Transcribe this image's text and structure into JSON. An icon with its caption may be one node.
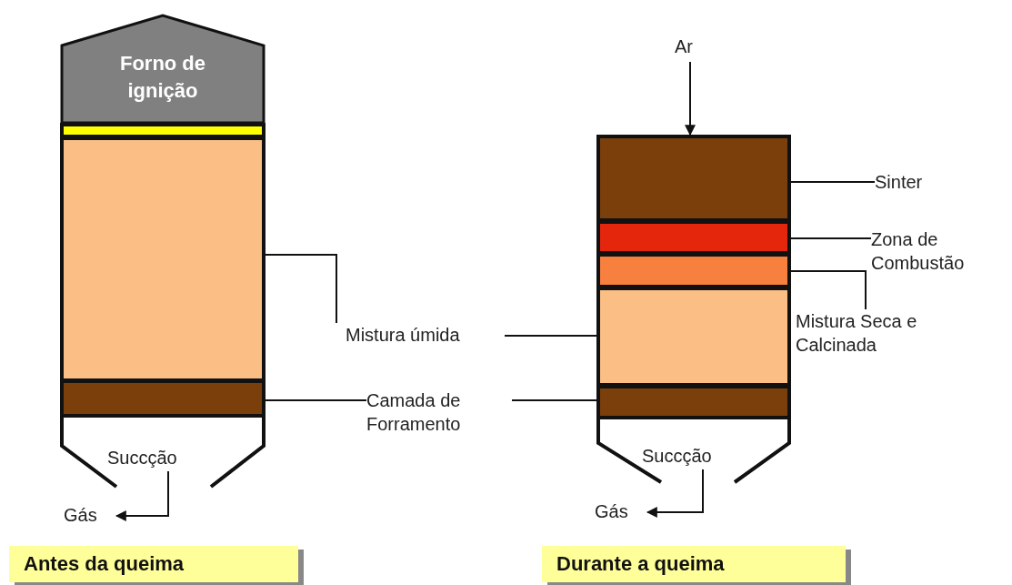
{
  "diagram": {
    "nodes": [
      {
        "text": [
          "Forno de ignição"
        ]
      },
      {
        "text": [],
        "shape": "bar"
      },
      {
        "text": [],
        "shape": "bar"
      },
      {
        "text": [],
        "shape": "bar"
      },
      {
        "text": [
          "Ar"
        ]
      },
      {
        "text": [],
        "shape": "bar"
      },
      {
        "text": [],
        "shape": "bar"
      },
      {
        "text": [],
        "shape": "bar"
      },
      {
        "text": [],
        "shape": "bar"
      },
      {
        "text": [],
        "shape": "bar"
      },
      {
        "text": [
          "Sinter"
        ]
      },
      {
        "text": [
          "Zona de Combustão"
        ]
      },
      {
        "text": [
          "Mistura Seca e Calcinada"
        ]
      },
      {
        "text": [
          "Mistura úmida"
        ]
      },
      {
        "text": [
          "Camada de Forramento"
        ]
      },
      {
        "text": [
          "Succção"
        ]
      },
      {
        "text": [
          "Gás"
        ]
      },
      {
        "text": [
          "Succção"
        ]
      },
      {
        "text": [
          "Gás"
        ]
      },
      {
        "text": [
          "Antes da queima"
        ]
      },
      {
        "text": [
          "Durante a queima"
        ]
      }
    ],
    "edges": [
      {
        "from": 4,
        "to": 5,
        "arrow": "to"
      },
      {
        "from": 10,
        "to": 5,
        "arrow": "none"
      },
      {
        "from": 11,
        "to": 6,
        "arrow": "none"
      },
      {
        "from": 12,
        "to": 7,
        "arrow": "none"
      },
      {
        "from": 13,
        "to": 2,
        "arrow": "none"
      },
      {
        "from": 13,
        "to": 8,
        "arrow": "none"
      },
      {
        "from": 14,
        "to": 3,
        "arrow": "none"
      },
      {
        "from": 14,
        "to": 9,
        "arrow": "none"
      },
      {
        "from": 15,
        "to": 16,
        "arrow": "to"
      },
      {
        "from": 17,
        "to": 18,
        "arrow": "to"
      }
    ]
  }
}
